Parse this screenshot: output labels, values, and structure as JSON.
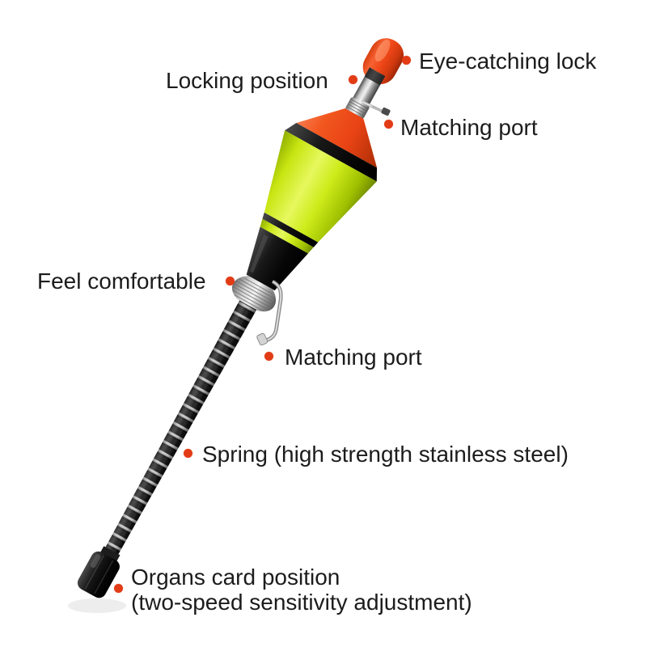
{
  "page": {
    "background": "#ffffff"
  },
  "annotations": {
    "dot_color": "#e23c17",
    "text_color": "#1c1c1c",
    "labels": [
      {
        "id": "locking-position",
        "text": "Locking position"
      },
      {
        "id": "eye-catching-lock",
        "text": "Eye-catching lock"
      },
      {
        "id": "matching-port-top",
        "text": "Matching port"
      },
      {
        "id": "feel-comfortable",
        "text": "Feel comfortable"
      },
      {
        "id": "matching-port-middle",
        "text": "Matching port"
      },
      {
        "id": "spring",
        "text": "Spring (high strength stainless steel)"
      },
      {
        "id": "organs-card-position",
        "text": "Organs card position",
        "subtext": "(two-speed sensitivity adjustment)"
      }
    ]
  },
  "float_colors": {
    "top_cap": "#e8431f",
    "cone_top": "#e84315",
    "body_green": "#c6e812",
    "bands_black": "#141414",
    "metal_silver": "#c0c0c0",
    "spring_black": "#161616"
  }
}
